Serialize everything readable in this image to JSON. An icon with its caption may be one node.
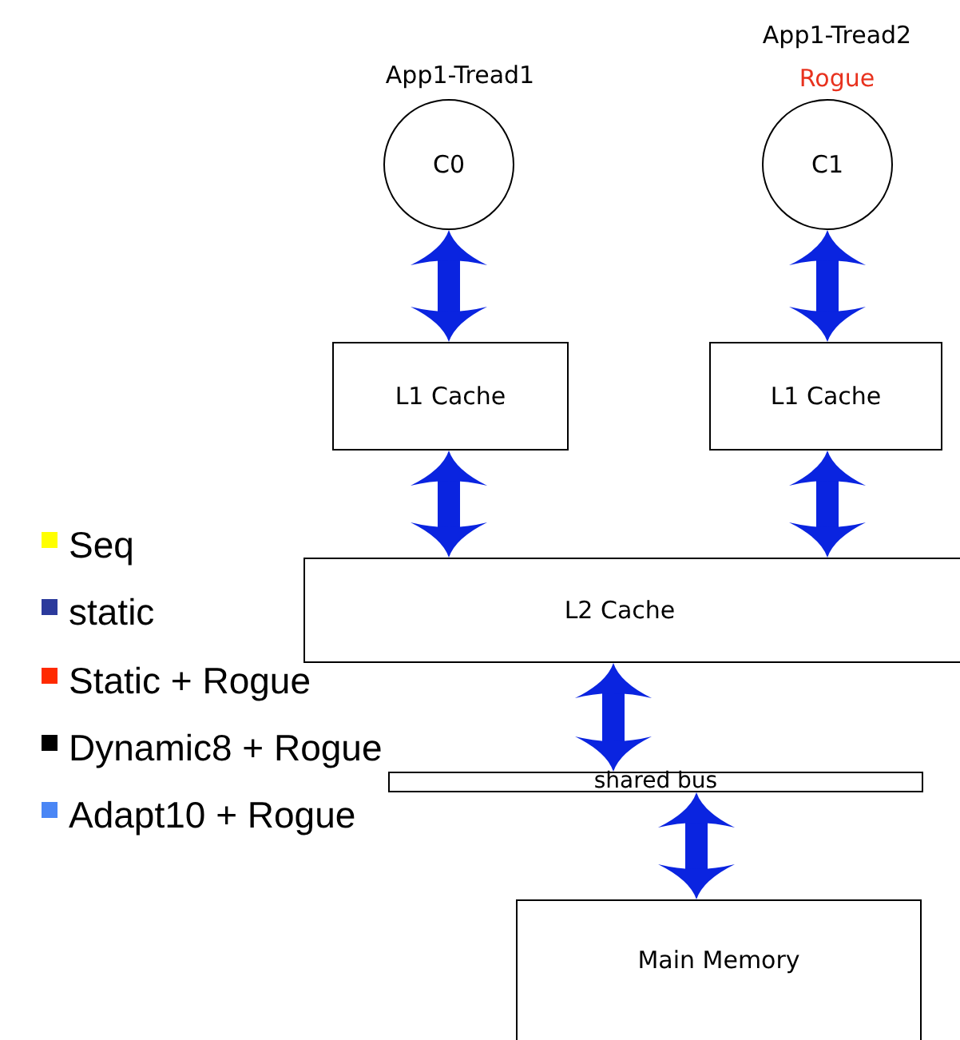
{
  "diagram": {
    "nodes": [
      {
        "text": [
          "C0"
        ],
        "beside": [
          "App1-Tread1"
        ]
      },
      {
        "text": [
          "C1"
        ],
        "beside": [
          "App1-Tread2",
          "Rogue"
        ]
      },
      {
        "text": [
          "L1 Cache"
        ]
      },
      {
        "text": [
          "L1 Cache"
        ]
      },
      {
        "text": [
          "L2 Cache"
        ]
      },
      {
        "text": [
          "shared bus"
        ]
      },
      {
        "text": [
          "Main Memory"
        ]
      }
    ],
    "edges": [
      {
        "from": 0,
        "to": 2,
        "arrow": "both"
      },
      {
        "from": 1,
        "to": 3,
        "arrow": "both"
      },
      {
        "from": 2,
        "to": 4,
        "arrow": "both"
      },
      {
        "from": 3,
        "to": 4,
        "arrow": "both"
      },
      {
        "from": 4,
        "to": 5,
        "arrow": "both"
      },
      {
        "from": 5,
        "to": 6,
        "arrow": "both"
      }
    ],
    "legend": [
      {
        "text": "Seq",
        "color": "#ffff00"
      },
      {
        "text": "static",
        "color": "#2b3a9c"
      },
      {
        "text": "Static + Rogue",
        "color": "#ff2a00"
      },
      {
        "text": "Dynamic8 + Rogue",
        "color": "#000000"
      },
      {
        "text": "Adapt10 + Rogue",
        "color": "#4a86f5"
      }
    ]
  }
}
